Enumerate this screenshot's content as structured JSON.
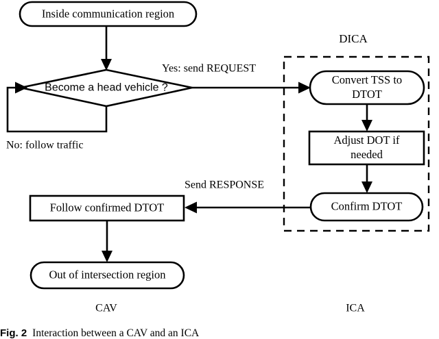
{
  "figure": {
    "caption_label": "Fig. 2",
    "caption_text": "Interaction between a CAV and an ICA"
  },
  "groups": [
    {
      "id": "dica",
      "label": "DICA"
    }
  ],
  "lanes": [
    {
      "id": "cav",
      "label": "CAV"
    },
    {
      "id": "ica",
      "label": "ICA"
    }
  ],
  "nodes": [
    {
      "id": "inside-communication-region",
      "shape": "stadium",
      "label": "Inside communication region"
    },
    {
      "id": "become-head-vehicle",
      "shape": "diamond",
      "label": "Become a head vehicle ?"
    },
    {
      "id": "convert-tss-to-dtot",
      "shape": "stadium",
      "label_line1": "Convert TSS to",
      "label_line2": "DTOT"
    },
    {
      "id": "adjust-dot-if-needed",
      "shape": "rect",
      "label_line1": "Adjust DOT if",
      "label_line2": "needed"
    },
    {
      "id": "confirm-dtot",
      "shape": "stadium",
      "label": "Confirm DTOT"
    },
    {
      "id": "follow-confirmed-dtot",
      "shape": "rect",
      "label": "Follow confirmed DTOT"
    },
    {
      "id": "out-of-intersection-region",
      "shape": "stadium",
      "label": "Out of intersection region"
    }
  ],
  "edge_labels": [
    {
      "id": "yes-send-request",
      "text": "Yes: send REQUEST"
    },
    {
      "id": "no-follow-traffic",
      "text": "No: follow traffic"
    },
    {
      "id": "send-response",
      "text": "Send RESPONSE"
    }
  ],
  "colors": {
    "stroke": "#000000",
    "fill": "#ffffff",
    "background": "#ffffff"
  }
}
